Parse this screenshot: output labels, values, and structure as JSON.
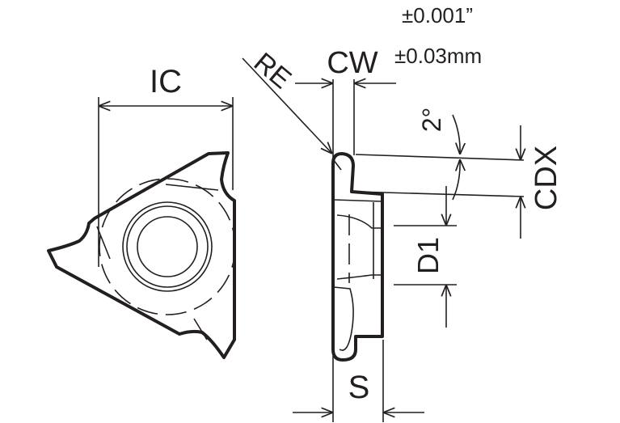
{
  "labels": {
    "ic": "IC",
    "re": "RE",
    "cw": "CW",
    "angle": "2°",
    "cdx": "CDX",
    "d1": "D1",
    "s": "S"
  },
  "tolerance": {
    "inch": "±0.001”",
    "metric": "±0.03mm"
  }
}
